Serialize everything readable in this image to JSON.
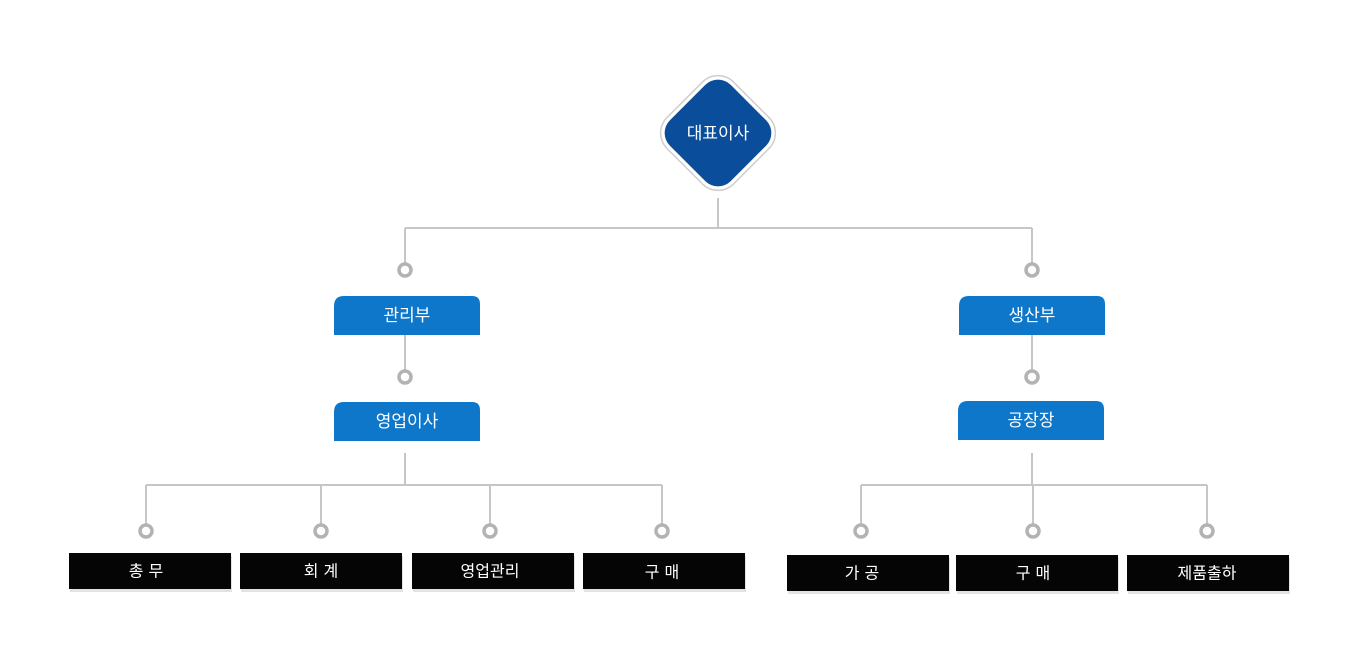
{
  "colors": {
    "ceo_fill": "#0a4e9b",
    "dept_fill": "#0f77c9",
    "team_fill": "#050505",
    "connector": "#c6c6c6",
    "dot_ring": "#b3b3b3"
  },
  "ceo": {
    "label": "대표이사"
  },
  "branches": [
    {
      "department": "관리부",
      "head": "영업이사",
      "teams": [
        "총 무",
        "회 계",
        "영업관리",
        "구 매"
      ]
    },
    {
      "department": "생산부",
      "head": "공장장",
      "teams": [
        "가 공",
        "구 매",
        "제품출하"
      ]
    }
  ]
}
